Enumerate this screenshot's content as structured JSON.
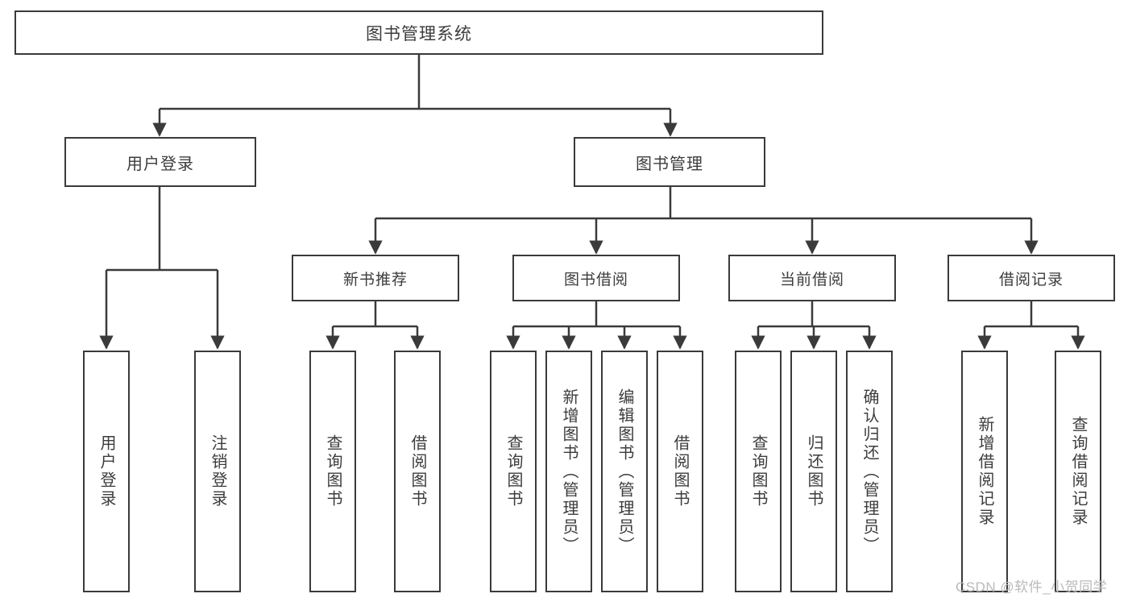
{
  "diagram": {
    "title": "图书管理系统",
    "line_color": "#3a3a3a",
    "text_color": "#3c3c3c",
    "background": "#ffffff",
    "nodes": {
      "root": {
        "label": "图书管理系统"
      },
      "level1": [
        {
          "id": "user-login",
          "label": "用户登录"
        },
        {
          "id": "book-manage",
          "label": "图书管理"
        }
      ],
      "level2": [
        {
          "id": "new-book-recommend",
          "label": "新书推荐"
        },
        {
          "id": "book-borrow",
          "label": "图书借阅"
        },
        {
          "id": "current-borrow",
          "label": "当前借阅"
        },
        {
          "id": "borrow-record",
          "label": "借阅记录"
        }
      ],
      "leaves": {
        "user_login": [
          {
            "id": "leaf-user-login",
            "label": "用户登录"
          },
          {
            "id": "leaf-logout-login",
            "label": "注销登录"
          }
        ],
        "new_book_recommend": [
          {
            "id": "leaf-query-book-1",
            "label": "查询图书"
          },
          {
            "id": "leaf-borrow-book-1",
            "label": "借阅图书"
          }
        ],
        "book_borrow": [
          {
            "id": "leaf-query-book-2",
            "label": "查询图书"
          },
          {
            "id": "leaf-add-book",
            "label": "新增图书（管理员）"
          },
          {
            "id": "leaf-edit-book",
            "label": "编辑图书（管理员）"
          },
          {
            "id": "leaf-borrow-book-2",
            "label": "借阅图书"
          }
        ],
        "current_borrow": [
          {
            "id": "leaf-query-book-3",
            "label": "查询图书"
          },
          {
            "id": "leaf-return-book",
            "label": "归还图书"
          },
          {
            "id": "leaf-confirm-return",
            "label": "确认归还（管理员）"
          }
        ],
        "borrow_record": [
          {
            "id": "leaf-add-record",
            "label": "新增借阅记录"
          },
          {
            "id": "leaf-query-record",
            "label": "查询借阅记录"
          }
        ]
      }
    },
    "watermark": "CSDN @软件_小贺同学"
  }
}
